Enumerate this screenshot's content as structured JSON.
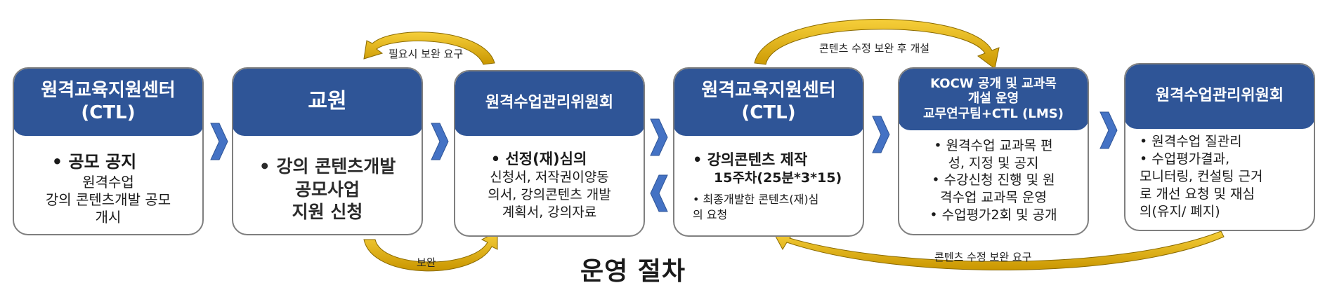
{
  "title": "운영 절차",
  "colors": {
    "header": "#2f5597",
    "chevron": "#4472c4",
    "arrow": "#e5b000",
    "border": "#7f7f7f"
  },
  "steps": [
    {
      "header": [
        "원격교육지원센터",
        "(CTL)"
      ],
      "items": [
        "공모 공지",
        "원격수업",
        "강의 콘텐츠개발 공모",
        "개시"
      ]
    },
    {
      "header": [
        "교원"
      ],
      "items": [
        "강의 콘텐츠개발",
        "공모사업",
        "지원 신청"
      ]
    },
    {
      "header": [
        "원격수업관리위원회"
      ],
      "items": [
        "선정(재)심의",
        "신청서, 저작권이양동",
        "의서, 강의콘텐츠 개발",
        "계획서, 강의자료"
      ]
    },
    {
      "header": [
        "원격교육지원센터",
        "(CTL)"
      ],
      "items": [
        "강의콘텐츠 제작",
        "15주차(25분*3*15)",
        "최종개발한 콘텐츠(재)심",
        "의 요청"
      ]
    },
    {
      "header": [
        "KOCW 공개 및 교과목",
        "개설 운영",
        "교무연구팀+CTL (LMS)"
      ],
      "items": [
        "원격수업 교과목 편",
        "성, 지정 및 공지",
        "수강신청 진행 및 원",
        "격수업 교과목 운영",
        "수업평가2회 및 공개"
      ]
    },
    {
      "header": [
        "원격수업관리위원회"
      ],
      "items": [
        "원격수업 질관리",
        "수업평가결과,",
        "모니터링, 컨설팅 근거",
        "로 개선 요청 및 재심",
        "의(유지/ 폐지)"
      ]
    }
  ],
  "arrows": {
    "top_small": "필요시 보완 요구",
    "bottom_small": "보완",
    "top_big": "콘텐츠 수정 보완 후 개설",
    "bottom_big": "콘텐츠 수정 보완 요구"
  }
}
